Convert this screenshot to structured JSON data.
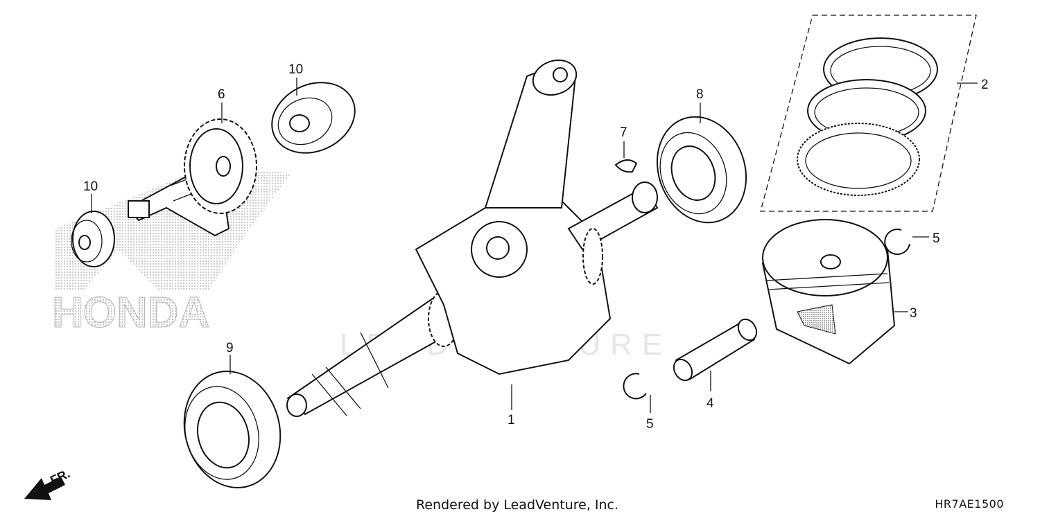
{
  "diagram": {
    "watermark_logo": "HONDA",
    "watermark_text": "LEADVENTURE",
    "direction_label": "FR.",
    "callouts": [
      {
        "id": "c1",
        "label": "1"
      },
      {
        "id": "c2",
        "label": "2"
      },
      {
        "id": "c3",
        "label": "3"
      },
      {
        "id": "c4",
        "label": "4"
      },
      {
        "id": "c5a",
        "label": "5"
      },
      {
        "id": "c5b",
        "label": "5"
      },
      {
        "id": "c6",
        "label": "6"
      },
      {
        "id": "c7",
        "label": "7"
      },
      {
        "id": "c8",
        "label": "8"
      },
      {
        "id": "c9",
        "label": "9"
      },
      {
        "id": "c10a",
        "label": "10"
      },
      {
        "id": "c10b",
        "label": "10"
      }
    ]
  },
  "footer": {
    "credit": "Rendered by LeadVenture, Inc.",
    "diagram_code": "HR7AE1500"
  },
  "colors": {
    "line": "#111111",
    "watermark": "#c8c8c8",
    "background": "#ffffff"
  }
}
